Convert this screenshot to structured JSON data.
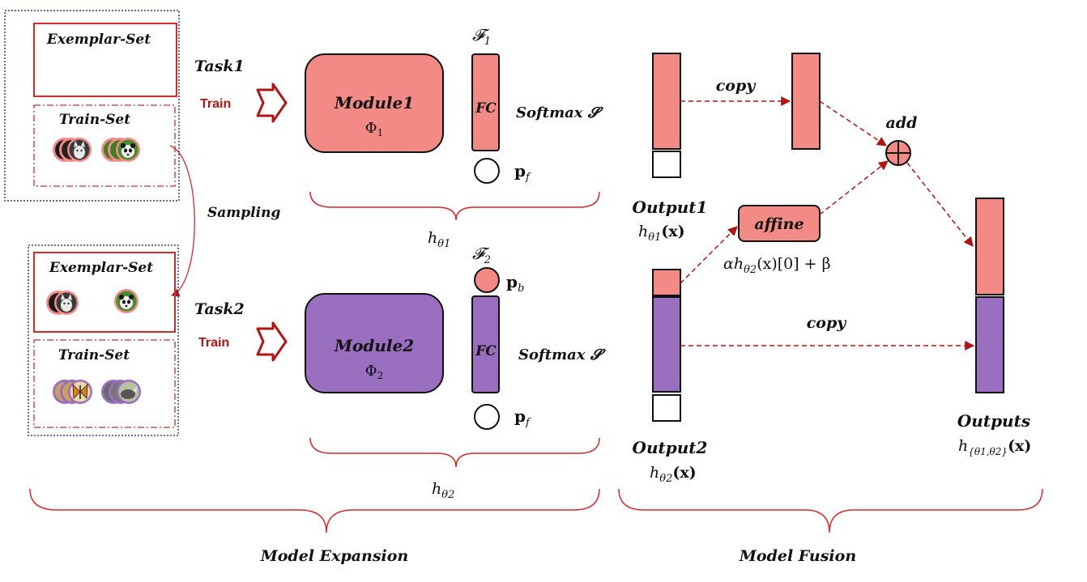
{
  "colors": {
    "red": "#d42a2a",
    "dark_red": "#b01515",
    "pink": "#f28b85",
    "purple": "#9b6fbf",
    "navy": "#2b3f8f",
    "black": "#111111"
  },
  "icons": [
    "cat-image-icon",
    "panda-image-icon",
    "butterfly-image-icon",
    "rhino-image-icon"
  ],
  "left_panel": {
    "top_exemplar_label": "Exemplar-Set",
    "top_train_label": "Train-Set",
    "sampling_label": "Sampling",
    "bottom_exemplar_label": "Exemplar-Set",
    "bottom_train_label": "Train-Set"
  },
  "task1": {
    "label": "Task1",
    "train_label": "Train",
    "module_name": "Module1",
    "module_symbol": "Φ",
    "module_sub": "1",
    "fc_label": "FC",
    "fc_name": "𝓕",
    "fc_sub": "1",
    "softmax_label": "Softmax 𝓢",
    "pf_main": "p",
    "pf_sub": "f",
    "h_main": "h",
    "h_sub": "θ1"
  },
  "task2": {
    "label": "Task2",
    "train_label": "Train",
    "module_name": "Module2",
    "module_symbol": "Φ",
    "module_sub": "2",
    "fc_label": "FC",
    "fc_name": "𝓕",
    "fc_sub": "2",
    "softmax_label": "Softmax 𝓢",
    "pb_main": "p",
    "pb_sub": "b",
    "pf_main": "p",
    "pf_sub": "f",
    "h_main": "h",
    "h_sub": "θ2"
  },
  "fusion": {
    "copy_top": "copy",
    "add_label": "add",
    "affine_label": "affine",
    "affine_formula": "αh",
    "affine_formula_sub": "θ2",
    "affine_formula_tail": "(x)[0] + β",
    "copy_bottom": "copy",
    "output1_label": "Output1",
    "output1_h": "h",
    "output1_sub": "θ1",
    "output1_arg": "(x)",
    "output2_label": "Output2",
    "output2_h": "h",
    "output2_sub": "θ2",
    "output2_arg": "(x)",
    "outputs_label": "Outputs",
    "outputs_h": "h",
    "outputs_sub": "{θ1,θ2}",
    "outputs_arg": "(x)"
  },
  "section_labels": {
    "expansion": "Model Expansion",
    "fusion": "Model Fusion"
  }
}
